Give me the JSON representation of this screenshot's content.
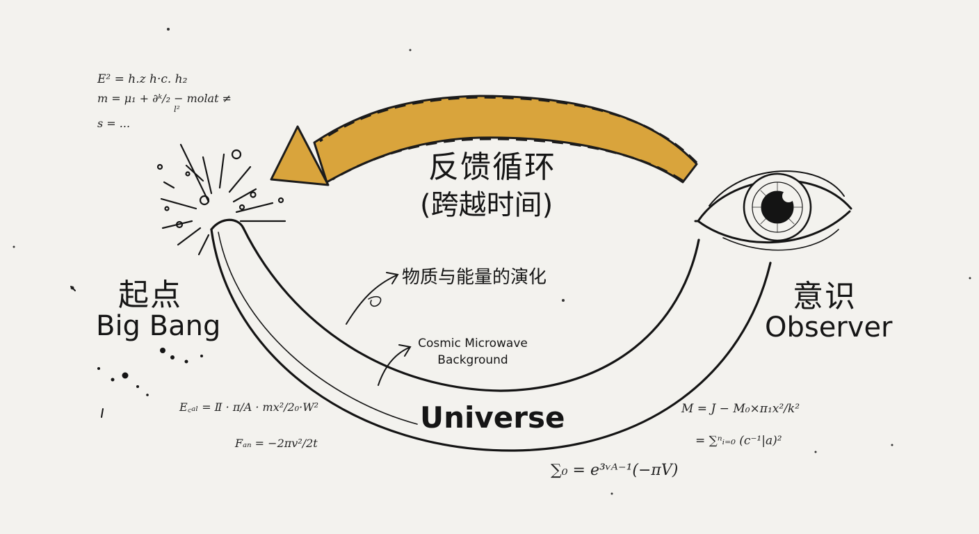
{
  "loop": {
    "title": "反馈循环",
    "subtitle": "(跨越时间)"
  },
  "start": {
    "zh": "起点",
    "en": "Big Bang"
  },
  "end": {
    "zh": "意识",
    "en": "Observer"
  },
  "annotations": {
    "evolution": "物质与能量的演化",
    "cmb_line1": "Cosmic Microwave",
    "cmb_line2": "Background"
  },
  "center_label": "Universe",
  "equations": {
    "top_left_1": "E² = h.z h·c. h₂",
    "top_left_2": "m = μ₁ + ∂ᵏ/₂ − molat ≠",
    "top_left_3": "l²",
    "top_left_4": "s = ...",
    "bottom_left_1": "E꜀ₐₗ = Ⅱ · π/A · mx²/2₀·W²",
    "bottom_left_2": "Fₐₙ = −2πv²/2t",
    "bottom_center": "∑₀ = e³ᵛᴬ⁻¹(−πV)",
    "bottom_right_1": "M = J − M₀×π₁x²/k²",
    "bottom_right_2": "= ∑ⁿᵢ₌₀ (c⁻¹|a)²"
  },
  "colors": {
    "arrow_fill": "#d9a43c",
    "ink": "#151515",
    "paper": "#f3f2ee"
  }
}
